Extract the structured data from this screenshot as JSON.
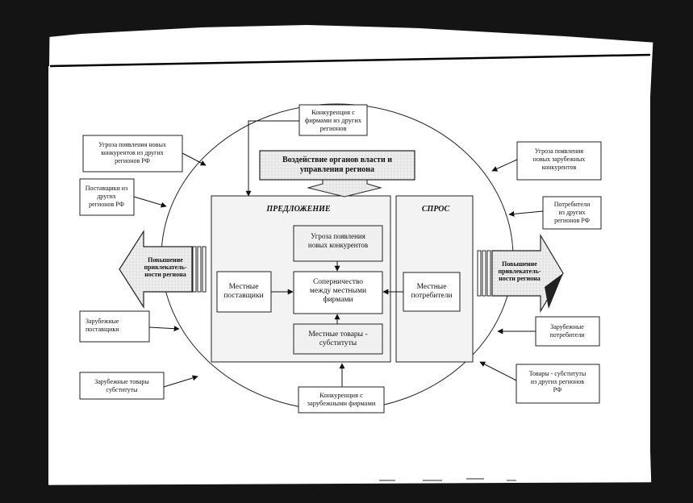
{
  "diagram": {
    "top_competition": [
      "Конкуренция с",
      "фирмами из других",
      "регионов"
    ],
    "government_box": [
      "Воздействие органов власти и",
      "управления региона"
    ],
    "supply_title": "ПРЕДЛОЖЕНИЕ",
    "demand_title": "СПРОС",
    "new_competitors": [
      "Угроза появления",
      "новых конкурентов"
    ],
    "local_suppliers": [
      "Местные",
      "поставщики"
    ],
    "rivalry": [
      "Соперничество",
      "между местными",
      "фирмами"
    ],
    "local_substitutes": [
      "Местные товары -",
      "субституты"
    ],
    "local_consumers": [
      "Местные",
      "потребители"
    ],
    "bottom_competition": [
      "Конкуренция с",
      "зарубежными фирмами"
    ],
    "left_new_competitors": [
      "Угроза появления новых",
      "конкурентов из других",
      "регионов РФ"
    ],
    "left_other_suppliers": [
      "Поставщики из",
      "других",
      "регионов РФ"
    ],
    "left_foreign_suppliers": [
      "Зарубежные",
      "поставщики"
    ],
    "left_foreign_substitutes": [
      "Зарубежные товары",
      "субституты"
    ],
    "right_new_foreign": [
      "Угроза появления",
      "новых зарубежных",
      "конкурентов"
    ],
    "right_other_consumers": [
      "Потребители",
      "из других",
      "регионов РФ"
    ],
    "right_foreign_consumers": [
      "Зарубежные",
      "потребители"
    ],
    "right_substitutes": [
      "Товары - субституты",
      "из других регионов",
      "РФ"
    ],
    "left_arrow": [
      "Повышение",
      "привлекатель-",
      "ности региона"
    ],
    "right_arrow": [
      "Повышение",
      "привлекатель-",
      "ности региона"
    ]
  }
}
